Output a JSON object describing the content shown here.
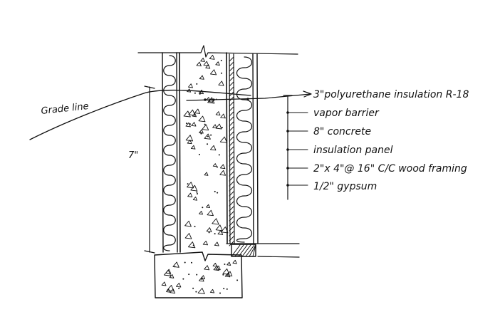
{
  "diagram": {
    "grade_label": "Grade line",
    "dimension_label": "7\"",
    "callouts": [
      "3\"polyurethane insulation R-18",
      "vapor barrier",
      "8\" concrete",
      "insulation panel",
      "2\"x 4\"@ 16\" C/C wood framing",
      "1/2\" gypsum"
    ]
  }
}
